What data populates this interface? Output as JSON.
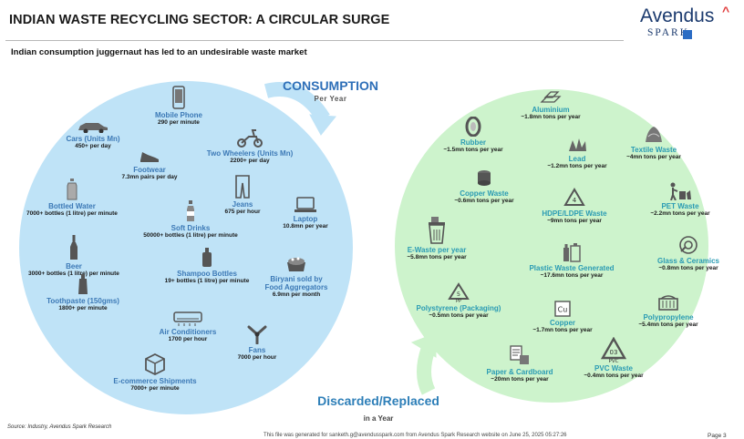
{
  "header": {
    "title": "INDIAN WASTE RECYCLING SECTOR: A CIRCULAR SURGE",
    "subtitle": "Indian consumption juggernaut has led to an undesirable waste market"
  },
  "logo": {
    "name": "Avendus",
    "caret": "^",
    "sub": "SPARK"
  },
  "consumption": {
    "heading": "CONSUMPTION",
    "subheading": "Per Year",
    "items": [
      {
        "label": "Mobile Phone",
        "value": "290 per minute",
        "icon": "mobile-phone-icon"
      },
      {
        "label": "Cars (Units Mn)",
        "value": "450+ per day",
        "icon": "car-icon"
      },
      {
        "label": "Two Wheelers (Units Mn)",
        "value": "2200+ per day",
        "icon": "scooter-icon"
      },
      {
        "label": "Footwear",
        "value": "7.3mn pairs per day",
        "icon": "shoe-icon"
      },
      {
        "label": "Bottled Water",
        "value": "7000+ bottles (1 litre) per minute",
        "icon": "water-bottle-icon"
      },
      {
        "label": "Jeans",
        "value": "675 per hour",
        "icon": "jeans-icon"
      },
      {
        "label": "Laptop",
        "value": "10.8mn per year",
        "icon": "laptop-icon"
      },
      {
        "label": "Soft Drinks",
        "value": "50000+ bottles (1 litre) per minute",
        "icon": "soft-drink-icon"
      },
      {
        "label": "Beer",
        "value": "3000+ bottles (1 litre) per minute",
        "icon": "beer-bottle-icon"
      },
      {
        "label": "Shampoo Bottles",
        "value": "19+ bottles (1 litre) per minute",
        "icon": "shampoo-bottle-icon"
      },
      {
        "label": "Biryani sold by\nFood Aggregators",
        "value": "6.9mn per month",
        "icon": "biryani-pot-icon"
      },
      {
        "label": "Toothpaste (150gms)",
        "value": "1800+ per minute",
        "icon": "toothpaste-icon"
      },
      {
        "label": "Air Conditioners",
        "value": "1700 per hour",
        "icon": "air-conditioner-icon"
      },
      {
        "label": "Fans",
        "value": "7000 per hour",
        "icon": "fan-icon"
      },
      {
        "label": "E-commerce Shipments",
        "value": "7000+ per minute",
        "icon": "shipment-box-icon"
      }
    ]
  },
  "discarded": {
    "heading": "Discarded/Replaced",
    "subheading": "in a Year",
    "items": [
      {
        "label": "Aluminium",
        "value": "~1.8mn tons per year",
        "icon": "aluminium-bars-icon"
      },
      {
        "label": "Rubber",
        "value": "~1.5mn tons per year",
        "icon": "tyre-icon"
      },
      {
        "label": "Lead",
        "value": "~1.2mn tons per year",
        "icon": "lead-scrap-icon"
      },
      {
        "label": "Textile Waste",
        "value": "~4mn tons per year",
        "icon": "textile-pile-icon"
      },
      {
        "label": "Copper Waste",
        "value": "~0.6mn tons per year",
        "icon": "copper-spool-icon"
      },
      {
        "label": "PET Waste",
        "value": "~2.2mn tons per year",
        "icon": "pet-disposal-icon"
      },
      {
        "label": "HDPE/LDPE Waste",
        "value": "~9mn tons per year",
        "icon": "hdpe-recycle-icon"
      },
      {
        "label": "E-Waste per year",
        "value": "~5.8mn tons per year",
        "icon": "e-waste-bin-icon"
      },
      {
        "label": "Glass & Ceramics",
        "value": "~0.8mn tons per year",
        "icon": "glass-ceramics-icon"
      },
      {
        "label": "Plastic Waste Generated",
        "value": "~17.6mn tons per year",
        "icon": "plastic-bottles-icon"
      },
      {
        "label": "Polystyrene (Packaging)",
        "value": "~0.5mn tons per year",
        "icon": "pp-recycle-icon"
      },
      {
        "label": "Polypropylene",
        "value": "~5.4mn tons per year",
        "icon": "basket-icon"
      },
      {
        "label": "Copper",
        "value": "~1.7mn tons per year",
        "icon": "copper-element-icon"
      },
      {
        "label": "Paper & Cardboard",
        "value": "~20mn tons per year",
        "icon": "paper-cardboard-icon"
      },
      {
        "label": "PVC Waste",
        "value": "~0.4mn tons per year",
        "icon": "pvc-recycle-icon"
      }
    ]
  },
  "footer": {
    "source": "Source: Industry, Avendus Spark Research",
    "note": "This file was generated for sanketh.g@avendusspark.com from Avendus Spark Research website on June 25, 2025  05:27:26",
    "page": "Page 3"
  },
  "colors": {
    "consumption_circle": "#bfe3f7",
    "discarded_circle": "#cdf3cc",
    "blue_label": "#3c79b6",
    "green_label": "#2a9bb3",
    "arrow": "#4aa3d6"
  }
}
